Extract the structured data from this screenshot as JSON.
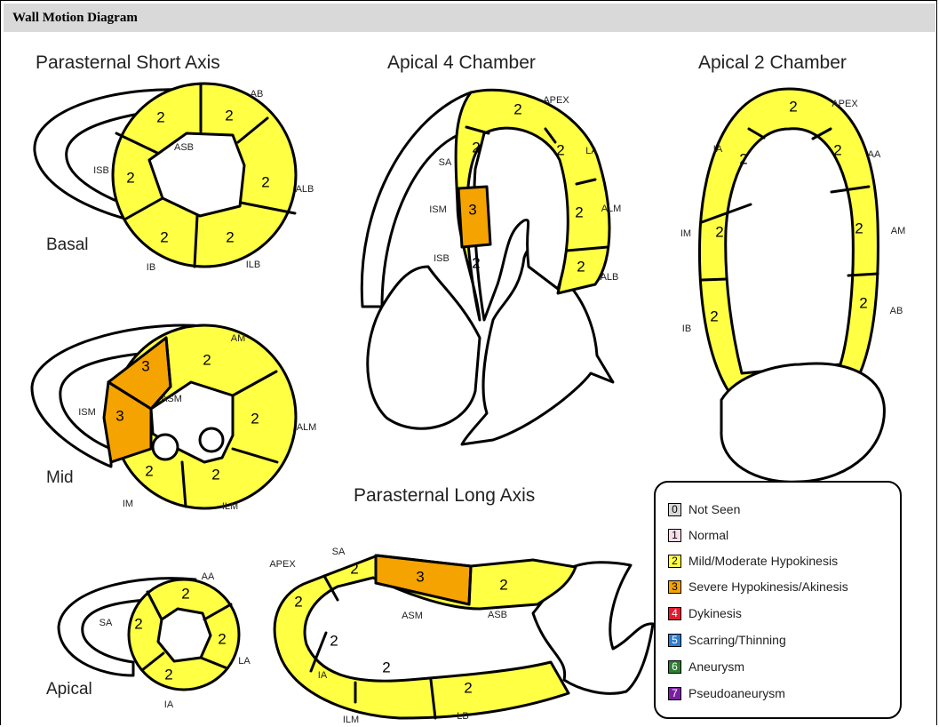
{
  "panel": {
    "title": "Wall Motion Diagram"
  },
  "views": {
    "psax": {
      "title": "Parasternal Short Axis",
      "levels": {
        "basal": "Basal",
        "mid": "Mid",
        "apical": "Apical"
      },
      "basal": {
        "labels": {
          "ab": "AB",
          "asb": "ASB",
          "isb": "ISB",
          "alb": "ALB",
          "ib": "IB",
          "ilb": "ILB"
        },
        "scores": {
          "ab": "2",
          "isb": "2",
          "alb": "2",
          "ib": "2",
          "ilb": "2",
          "asb": "2"
        }
      },
      "mid": {
        "labels": {
          "am": "AM",
          "asm": "ASM",
          "ism": "ISM",
          "alm": "ALM",
          "im": "IM",
          "ilm": "ILM"
        },
        "scores": {
          "asm": "3",
          "am": "2",
          "ism": "3",
          "alm": "2",
          "im": "2",
          "ilm": "2"
        }
      },
      "apical": {
        "labels": {
          "aa": "AA",
          "sa": "SA",
          "la": "LA",
          "ia": "IA"
        },
        "scores": {
          "aa": "2",
          "sa": "2",
          "la": "2",
          "ia": "2"
        }
      }
    },
    "a4c": {
      "title": "Apical 4 Chamber",
      "labels": {
        "apex": "APEX",
        "sa": "SA",
        "la": "LA",
        "ism": "ISM",
        "alm": "ALM",
        "isb": "ISB",
        "alb": "ALB"
      },
      "scores": {
        "apex": "2",
        "sa": "2",
        "la": "2",
        "ism": "3",
        "alm": "2",
        "isb": "2",
        "alb": "2"
      }
    },
    "a2c": {
      "title": "Apical 2 Chamber",
      "labels": {
        "apex": "APEX",
        "ia": "IA",
        "aa": "AA",
        "im": "IM",
        "am": "AM",
        "ib": "IB",
        "ab": "AB"
      },
      "scores": {
        "apex": "2",
        "ia": "2",
        "aa": "2",
        "im": "2",
        "am": "2",
        "ib": "2",
        "ab": "2"
      }
    },
    "plax": {
      "title": "Parasternal Long Axis",
      "labels": {
        "sa": "SA",
        "apex": "APEX",
        "asm": "ASM",
        "asb": "ASB",
        "ia": "IA",
        "ilm": "ILM",
        "lb": "LB"
      },
      "scores": {
        "sa": "2",
        "asm": "3",
        "asb": "2",
        "apex": "2",
        "ia": "2",
        "ilm_1": "2",
        "ilm_2": "2"
      }
    }
  },
  "legend": [
    {
      "code": "0",
      "label": "Not Seen",
      "color": "#d9d9d9",
      "text_color": "#000000"
    },
    {
      "code": "1",
      "label": "Normal",
      "color": "#f6dde8",
      "text_color": "#000000"
    },
    {
      "code": "2",
      "label": "Mild/Moderate Hypokinesis",
      "color": "#ffff44",
      "text_color": "#000000"
    },
    {
      "code": "3",
      "label": "Severe Hypokinesis/Akinesis",
      "color": "#f5a300",
      "text_color": "#000000"
    },
    {
      "code": "4",
      "label": "Dykinesis",
      "color": "#e8192c",
      "text_color": "#ffffff"
    },
    {
      "code": "5",
      "label": "Scarring/Thinning",
      "color": "#2b7fd1",
      "text_color": "#ffffff"
    },
    {
      "code": "6",
      "label": "Aneurysm",
      "color": "#2e7d32",
      "text_color": "#ffffff"
    },
    {
      "code": "7",
      "label": "Pseudoaneurysm",
      "color": "#7b1fa2",
      "text_color": "#ffffff"
    }
  ],
  "colors": {
    "score_2": "#ffff44",
    "score_3": "#f5a300",
    "outline": "#000000",
    "title_bar": "#d9d9d9"
  }
}
